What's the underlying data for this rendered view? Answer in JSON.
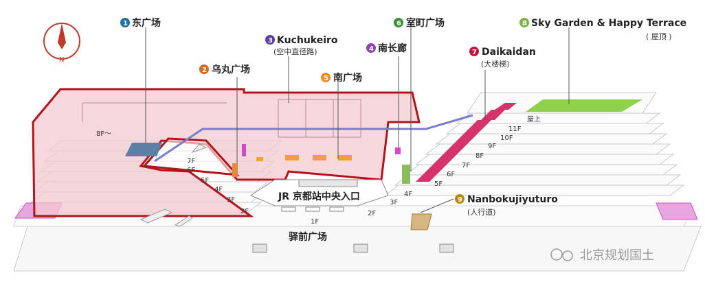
{
  "compass": {
    "letter": "N"
  },
  "labels": {
    "east_plaza": {
      "num": "1",
      "text": "东广场",
      "color": "#1f6fa8"
    },
    "karasuma": {
      "num": "2",
      "text": "乌丸广场",
      "color": "#d2691e"
    },
    "kuchukeiro": {
      "num": "3",
      "text": "Kuchukeiro",
      "sub": "(空中直径路)",
      "color": "#5b3fa0"
    },
    "south_corridor": {
      "num": "4",
      "text": "南长廊",
      "color": "#8e44ad"
    },
    "south_plaza": {
      "num": "5",
      "text": "南广场",
      "color": "#f08a24"
    },
    "muromachi": {
      "num": "6",
      "text": "室町广场",
      "color": "#3a8d3a"
    },
    "daikaidan": {
      "num": "7",
      "text": "Daikaidan",
      "sub": "(大楼梯)",
      "color": "#c0183a"
    },
    "sky_garden": {
      "num": "8",
      "text": "Sky Garden & Happy Terrace",
      "sub": "( 屋顶 )",
      "color": "#7cb342"
    },
    "nanboku": {
      "num": "9",
      "text": "Nanbokujiyuturo",
      "sub": "(人行道)",
      "color": "#b8860b"
    }
  },
  "entrance": {
    "text": "JR 京都站中央入口"
  },
  "plaza_front": {
    "text": "驿前广场"
  },
  "floors_left": [
    "8F〜",
    "7F",
    "6F",
    "5F",
    "4F",
    "3F",
    "2F"
  ],
  "floors_center": [
    "1F",
    "2F",
    "3F",
    "4F"
  ],
  "floors_right": [
    "5F",
    "6F",
    "7F",
    "8F",
    "9F",
    "10F",
    "11F",
    "屋上"
  ],
  "watermark": {
    "text": "北京规划国土"
  },
  "colors": {
    "highlight_fill": "#f3c9cf",
    "highlight_stroke": "#b5121b",
    "corridor": "#7b7bd0",
    "stairs": "#d6336c",
    "magenta": "#d14ac8",
    "orange": "#f0a040",
    "green_roof": "#8fd14f"
  }
}
